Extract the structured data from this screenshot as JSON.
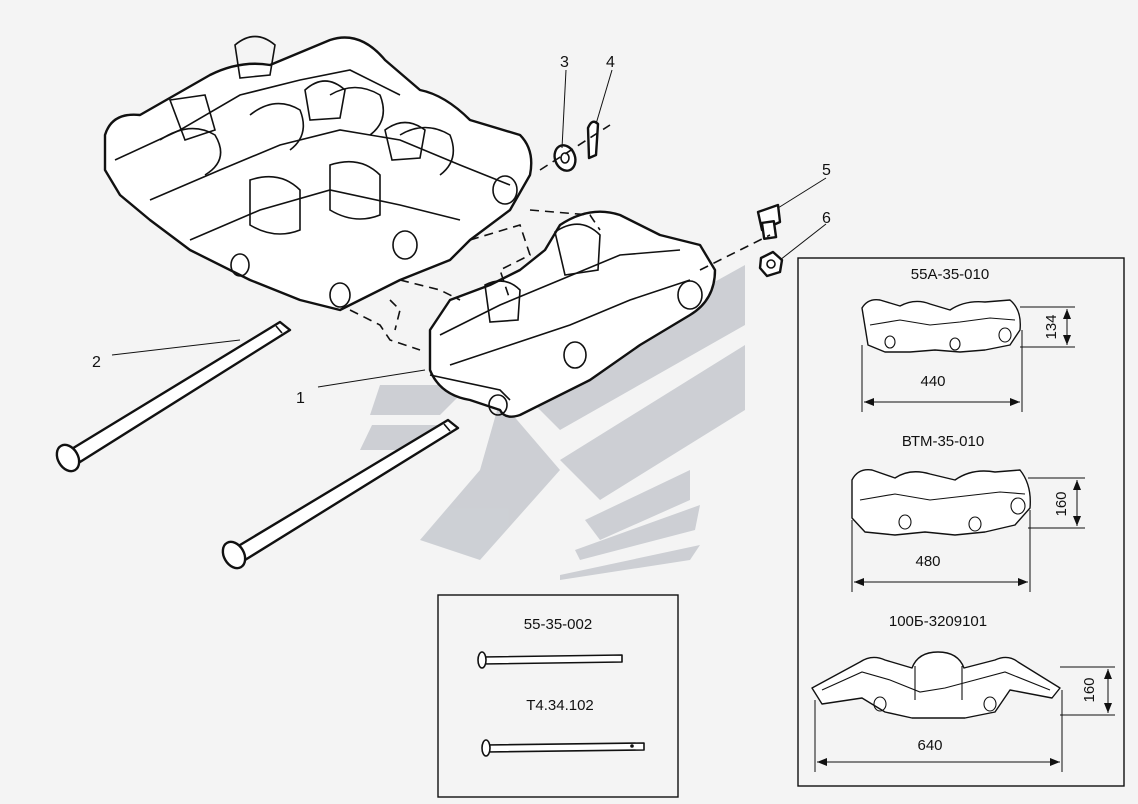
{
  "callouts": [
    "1",
    "2",
    "3",
    "4",
    "5",
    "6"
  ],
  "pins_box": {
    "items": [
      {
        "code": "55-35-002"
      },
      {
        "code": "Т4.34.102"
      }
    ]
  },
  "variants_box": {
    "items": [
      {
        "code": "55А-35-010",
        "width": "440",
        "height": "134"
      },
      {
        "code": "ВТМ-35-010",
        "width": "480",
        "height": "160"
      },
      {
        "code": "100Б-3209101",
        "width": "640",
        "height": "160"
      }
    ]
  },
  "colors": {
    "watermark": "#c9ccd1",
    "line": "#111111",
    "background": "#f4f4f4"
  }
}
